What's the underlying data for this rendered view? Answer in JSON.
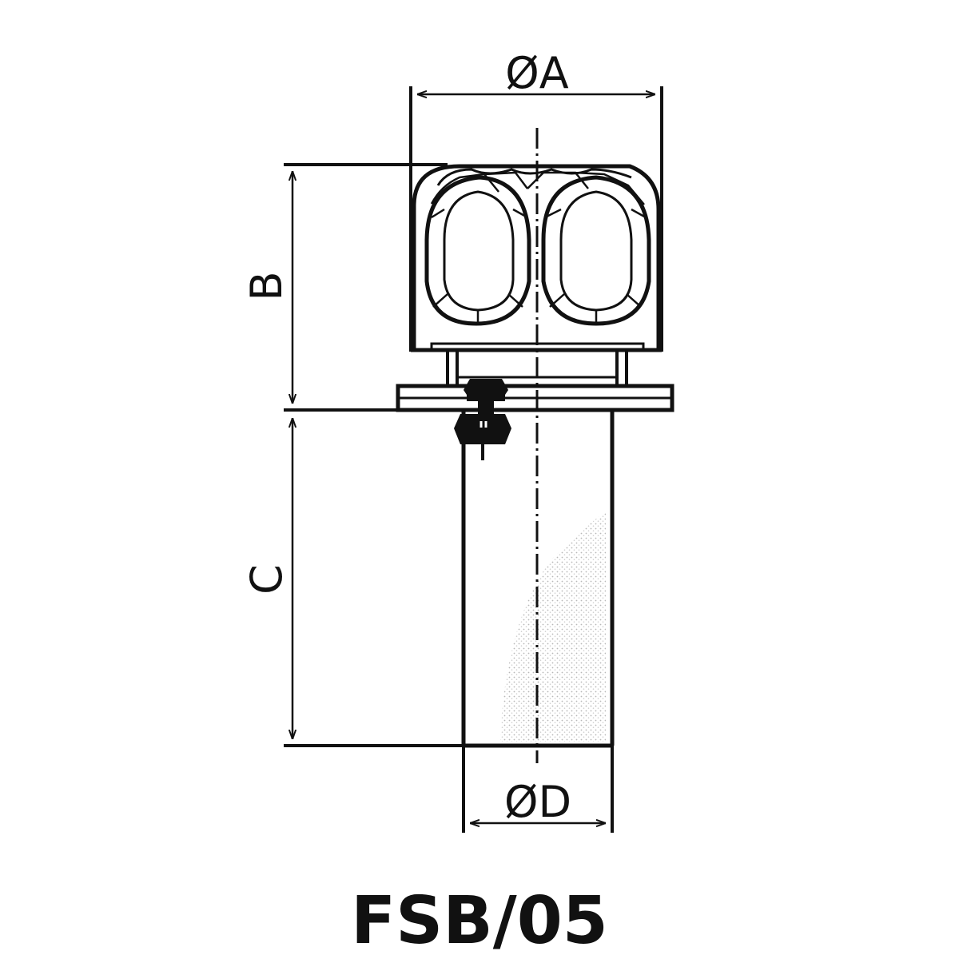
{
  "drawing": {
    "dimensions": {
      "dia_a": "ØA",
      "b": "B",
      "c": "C",
      "dia_d": "ØD"
    },
    "model": "FSB/05",
    "colors": {
      "line": "#111111",
      "background": "#ffffff",
      "stipple": "#bdbdbd"
    }
  }
}
